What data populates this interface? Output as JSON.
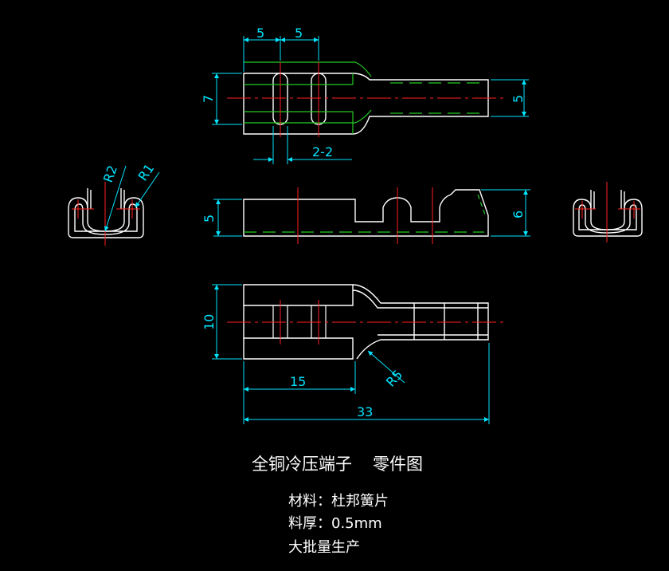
{
  "dims": {
    "slot_pitch_1": "5",
    "slot_pitch_2": "5",
    "top_height": "7",
    "tongue_width": "5",
    "slot_gap": "2-2",
    "side_height_left": "5",
    "side_height_right": "6",
    "bottom_height": "10",
    "barrel_length": "15",
    "total_length": "33",
    "bend_radius": "R5",
    "radius_outer": "R2",
    "radius_inner": "R1"
  },
  "title": {
    "part_name": "全铜冷压端子",
    "drawing_type": "零件图"
  },
  "notes": {
    "material": "材料：杜邦簧片",
    "thickness": "料厚：0.5mm",
    "production": "大批量生产"
  },
  "colors": {
    "background": "#000000",
    "outline": "#ffffff",
    "dimension": "#00e5ff",
    "centerline": "#ff2020",
    "hidden": "#22cc22"
  }
}
